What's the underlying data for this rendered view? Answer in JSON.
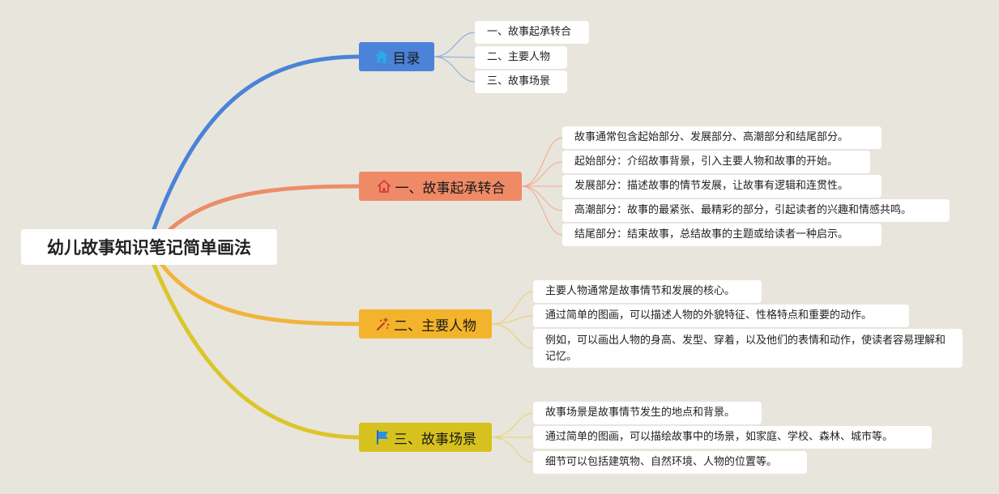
{
  "root": {
    "title": "幼儿故事知识笔记简单画法"
  },
  "colors": {
    "toc": "#4a83d8",
    "s1": "#ef8a66",
    "s2": "#f3b42b",
    "s3": "#d6c11e",
    "s1_line": "#ec8d6a",
    "s2_line": "#f1b43a",
    "s3_line": "#dcc52a"
  },
  "branches": [
    {
      "label": "目录",
      "icon": "home-icon",
      "items": [
        "一、故事起承转合",
        "二、主要人物",
        "三、故事场景"
      ]
    },
    {
      "label": "一、故事起承转合",
      "icon": "house-outline-icon",
      "items": [
        "故事通常包含起始部分、发展部分、高潮部分和结尾部分。",
        "起始部分：介绍故事背景，引入主要人物和故事的开始。",
        "发展部分：描述故事的情节发展，让故事有逻辑和连贯性。",
        "高潮部分：故事的最紧张、最精彩的部分，引起读者的兴趣和情感共鸣。",
        "结尾部分：结束故事，总结故事的主题或给读者一种启示。"
      ]
    },
    {
      "label": "二、主要人物",
      "icon": "magic-wand-icon",
      "items": [
        "主要人物通常是故事情节和发展的核心。",
        "通过简单的图画，可以描述人物的外貌特征、性格特点和重要的动作。",
        "例如，可以画出人物的身高、发型、穿着，以及他们的表情和动作，使读者容易理解和记忆。"
      ]
    },
    {
      "label": "三、故事场景",
      "icon": "flag-icon",
      "items": [
        "故事场景是故事情节发生的地点和背景。",
        "通过简单的图画，可以描绘故事中的场景，如家庭、学校、森林、城市等。",
        "细节可以包括建筑物、自然环境、人物的位置等。"
      ]
    }
  ]
}
